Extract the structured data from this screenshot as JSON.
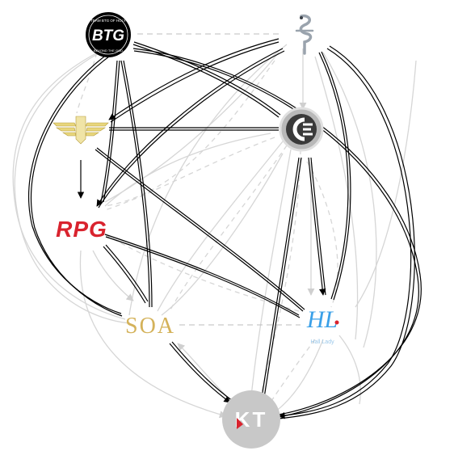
{
  "nodes": [
    {
      "id": "btg",
      "text": "BTG",
      "ring_top": "TEAM BTG OF HOLY",
      "ring_bottom": "BEYOND THE GOD",
      "color": "#000000"
    },
    {
      "id": "serpent",
      "text": "",
      "color": "#bcbcbc"
    },
    {
      "id": "wings",
      "text": "",
      "color": "#e3d27a"
    },
    {
      "id": "ce",
      "text": "",
      "color": "#8a8a8a"
    },
    {
      "id": "rpg",
      "text": "RPG",
      "color": "#d9232e"
    },
    {
      "id": "soa",
      "text": "SOA",
      "color": "#d4b25a"
    },
    {
      "id": "hl",
      "text": "HL",
      "subtitle": "Hall Lady",
      "color": "#3aa0e8"
    },
    {
      "id": "kt",
      "text": "KT",
      "color": "#c8c8c8"
    }
  ],
  "edges": [
    {
      "from": "serpent",
      "to": "wings",
      "style": "black-double-arrow"
    },
    {
      "from": "serpent",
      "to": "rpg",
      "style": "black-double-arrow"
    },
    {
      "from": "serpent",
      "to": "kt",
      "style": "black-double-arrow"
    },
    {
      "from": "serpent",
      "to": "hl",
      "style": "black-double"
    },
    {
      "from": "btg",
      "to": "ce",
      "style": "black-double"
    },
    {
      "from": "btg",
      "to": "soa",
      "style": "black-double"
    },
    {
      "from": "btg",
      "to": "rpg",
      "style": "black-double"
    },
    {
      "from": "btg",
      "to": "kt",
      "style": "black-double"
    },
    {
      "from": "btg",
      "to": "serpent",
      "style": "gray-dashed"
    },
    {
      "from": "wings",
      "to": "ce",
      "style": "black-double"
    },
    {
      "from": "wings",
      "to": "rpg",
      "style": "black-arrow"
    },
    {
      "from": "wings",
      "to": "hl",
      "style": "black-double"
    },
    {
      "from": "ce",
      "to": "hl",
      "style": "black-double-arrow"
    },
    {
      "from": "ce",
      "to": "kt",
      "style": "black-double"
    },
    {
      "from": "rpg",
      "to": "soa",
      "style": "black-double"
    },
    {
      "from": "rpg",
      "to": "hl",
      "style": "black-double"
    },
    {
      "from": "soa",
      "to": "kt",
      "style": "black-double-arrow"
    },
    {
      "from": "soa",
      "to": "hl",
      "style": "gray-dashed"
    }
  ]
}
